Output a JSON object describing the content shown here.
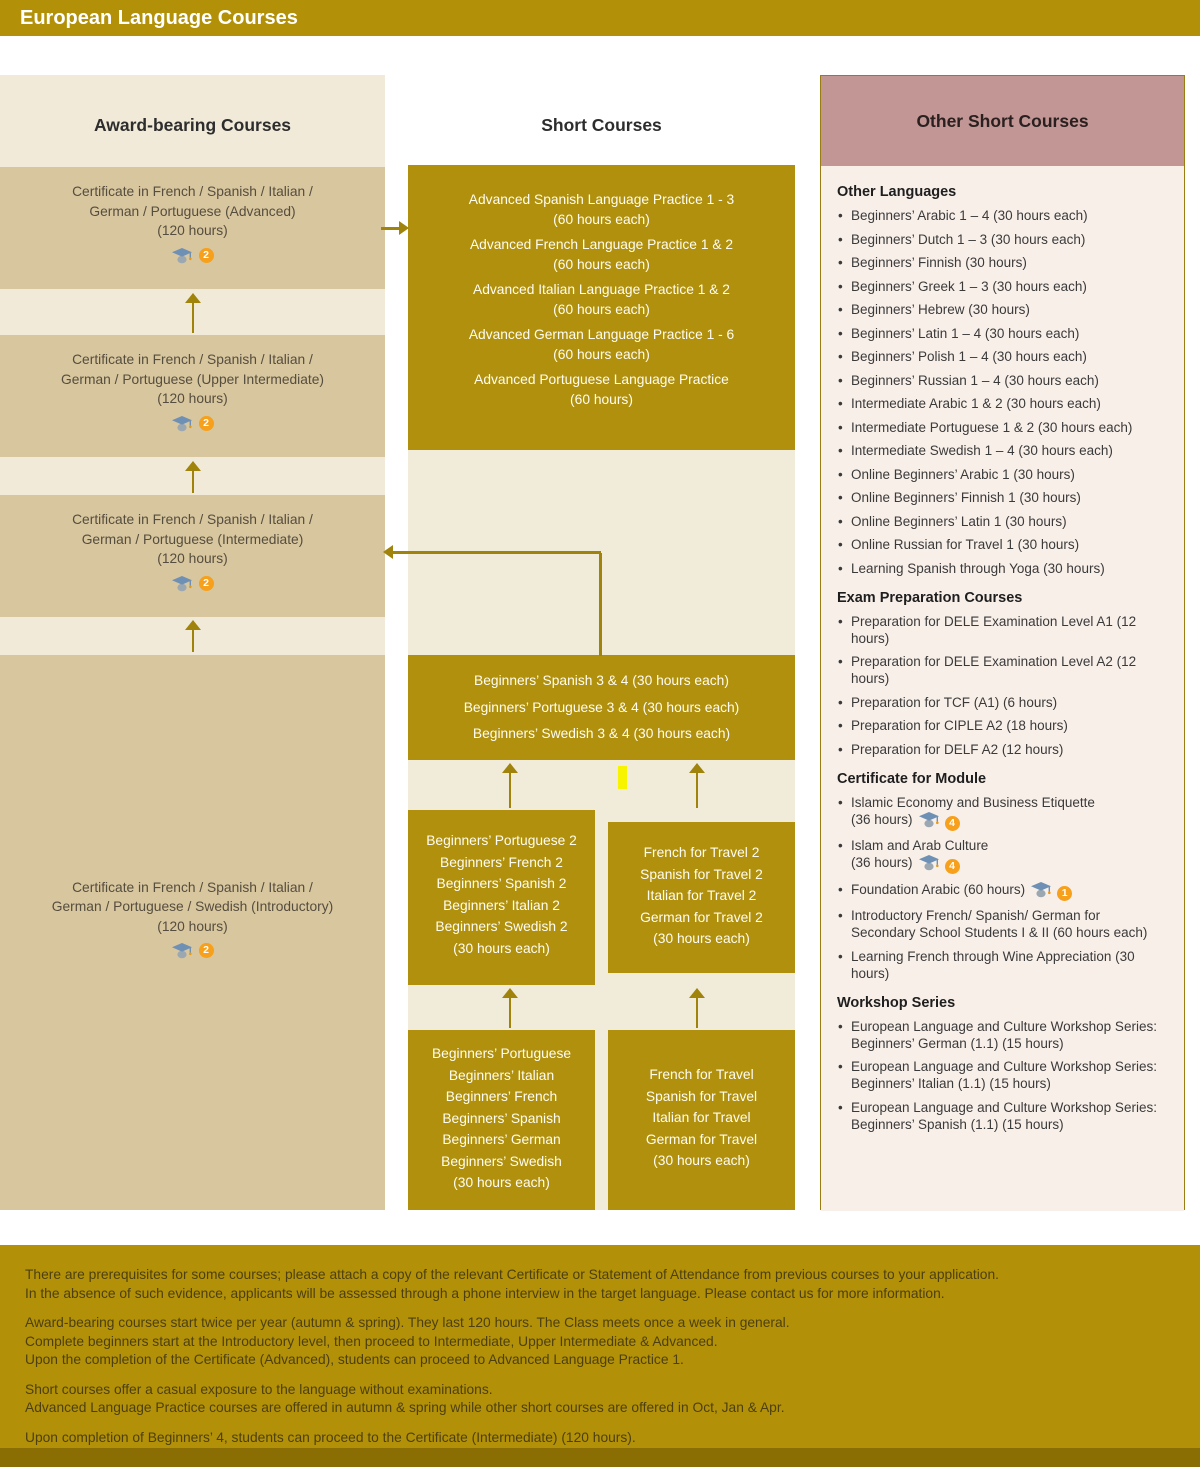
{
  "title": "European Language Courses",
  "colors": {
    "gold_bar": "#B29109",
    "gold_box": "#B0900C",
    "beige_background": "#F1EAD8",
    "tan_certificate_box": "#D8C69E",
    "mauve_header": "#C19694",
    "pink_background": "#F8EFE9",
    "badge_orange": "#F6A01B",
    "arrow_gold": "#A0830A",
    "highlight_yellow": "#F8F400",
    "bottom_strip": "#8A6E04"
  },
  "columns": {
    "award": {
      "title": "Award-bearing Courses",
      "certificates": [
        {
          "lines": [
            "Certificate in French / Spanish / Italian /",
            "German / Portuguese (Advanced)",
            "(120 hours)"
          ],
          "badge": "2"
        },
        {
          "lines": [
            "Certificate in French / Spanish / Italian /",
            "German / Portuguese (Upper Intermediate)",
            "(120 hours)"
          ],
          "badge": "2"
        },
        {
          "lines": [
            "Certificate in French / Spanish / Italian /",
            "German / Portuguese (Intermediate)",
            "(120 hours)"
          ],
          "badge": "2"
        },
        {
          "lines": [
            "Certificate in French / Spanish / Italian /",
            "German / Portuguese / Swedish (Introductory)",
            "(120 hours)"
          ],
          "badge": "2"
        }
      ]
    },
    "short": {
      "title": "Short Courses",
      "advanced_courses": [
        {
          "name": "Advanced Spanish Language Practice 1 - 3",
          "hours": "(60 hours each)"
        },
        {
          "name": "Advanced French Language Practice 1 & 2",
          "hours": "(60 hours each)"
        },
        {
          "name": "Advanced Italian Language Practice 1 & 2",
          "hours": "(60 hours each)"
        },
        {
          "name": "Advanced German Language Practice 1 - 6",
          "hours": "(60 hours each)"
        },
        {
          "name": "Advanced Portuguese Language Practice",
          "hours": "(60 hours)"
        }
      ],
      "beginners_3_4": [
        "Beginners’ Spanish 3 & 4 (30 hours each)",
        "Beginners’ Portuguese 3 & 4 (30 hours each)",
        "Beginners’ Swedish 3 & 4 (30 hours each)"
      ],
      "beginners_2": [
        "Beginners’ Portuguese 2",
        "Beginners’ French 2",
        "Beginners’ Spanish 2",
        "Beginners’ Italian 2",
        "Beginners’ Swedish 2",
        "(30 hours each)"
      ],
      "travel_2": [
        "French for Travel 2",
        "Spanish for Travel 2",
        "Italian for Travel 2",
        "German for Travel 2",
        "(30 hours each)"
      ],
      "beginners_1": [
        "Beginners’ Portuguese",
        "Beginners’ Italian",
        "Beginners’ French",
        "Beginners’ Spanish",
        "Beginners’ German",
        "Beginners’ Swedish",
        "(30 hours each)"
      ],
      "travel_1": [
        "French for Travel",
        "Spanish for Travel",
        "Italian for Travel",
        "German for Travel",
        "(30 hours each)"
      ]
    },
    "other": {
      "title": "Other Short Courses",
      "sections": [
        {
          "heading": "Other Languages",
          "items": [
            "Beginners’ Arabic 1 – 4 (30 hours each)",
            "Beginners’ Dutch 1 – 3 (30 hours each)",
            "Beginners’ Finnish (30 hours)",
            "Beginners’ Greek 1 – 3 (30 hours each)",
            "Beginners’ Hebrew (30 hours)",
            "Beginners’ Latin 1 – 4 (30 hours each)",
            "Beginners’ Polish 1 – 4 (30 hours each)",
            "Beginners’ Russian 1 – 4 (30 hours each)",
            "Intermediate Arabic 1 & 2 (30 hours each)",
            "Intermediate Portuguese 1 & 2 (30 hours each)",
            "Intermediate Swedish 1 – 4 (30 hours each)",
            "Online Beginners’ Arabic 1 (30 hours)",
            "Online Beginners’ Finnish 1 (30 hours)",
            "Online Beginners’ Latin 1 (30 hours)",
            "Online Russian for Travel 1 (30 hours)",
            "Learning Spanish through Yoga (30 hours)"
          ]
        },
        {
          "heading": "Exam Preparation Courses",
          "items": [
            "Preparation for DELE Examination Level A1 (12 hours)",
            "Preparation for DELE Examination Level A2 (12 hours)",
            "Preparation for TCF (A1) (6 hours)",
            "Preparation for CIPLE A2 (18 hours)",
            "Preparation for DELF A2 (12 hours)"
          ]
        },
        {
          "heading": "Certificate for Module",
          "items": [
            {
              "text": "Islamic Economy and Business Etiquette",
              "hours": "(36 hours)",
              "badge": "4"
            },
            {
              "text": "Islam and Arab Culture",
              "hours": "(36 hours)",
              "badge": "4"
            },
            {
              "text": "Foundation Arabic (60 hours)",
              "badge": "1"
            },
            {
              "text": "Introductory French/ Spanish/ German for Secondary School Students I & II (60 hours each)"
            },
            {
              "text": "Learning French through Wine Appreciation (30 hours)"
            }
          ]
        },
        {
          "heading": "Workshop Series",
          "items": [
            "European Language and Culture Workshop Series: Beginners’ German (1.1) (15 hours)",
            "European Language and Culture Workshop Series: Beginners’ Italian (1.1) (15 hours)",
            "European Language and Culture Workshop Series: Beginners’ Spanish (1.1) (15 hours)"
          ]
        }
      ]
    }
  },
  "notes": [
    [
      "There are prerequisites for some courses; please attach a copy of the relevant Certificate or Statement of Attendance from previous courses to your application.",
      "In the absence of such evidence, applicants will be assessed through a phone interview in the target language. Please contact us for more information."
    ],
    [
      "Award-bearing courses start twice per year (autumn & spring). They last 120 hours. The Class meets once a week in general.",
      "Complete beginners start at the Introductory level, then proceed to Intermediate, Upper Intermediate & Advanced.",
      "Upon the completion of the Certificate (Advanced), students can proceed to Advanced Language Practice 1."
    ],
    [
      "Short courses offer a casual exposure to the language without examinations.",
      "Advanced Language Practice courses are offered in autumn & spring while other short courses are offered in Oct, Jan & Apr."
    ],
    [
      "Upon completion of Beginners’ 4, students can proceed to the Certificate (Intermediate) (120 hours)."
    ]
  ]
}
